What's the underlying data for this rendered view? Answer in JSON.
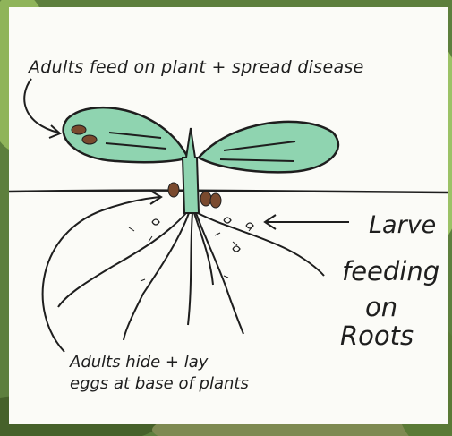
{
  "labels": {
    "adults_feed": "Adults feed on plant + spread disease",
    "larve": "Larve",
    "feeding": "feeding",
    "on": "on",
    "roots": "Roots",
    "adults_hide_line1": "Adults hide + lay",
    "adults_hide_line2": "eggs at base of plants"
  },
  "colors": {
    "leaf_fill": "#8fd4b0",
    "ink": "#1e1e1e",
    "background_foliage": "#6f8f4a",
    "paper": "#fbfbf7",
    "beetle": "#7a4a2e"
  }
}
